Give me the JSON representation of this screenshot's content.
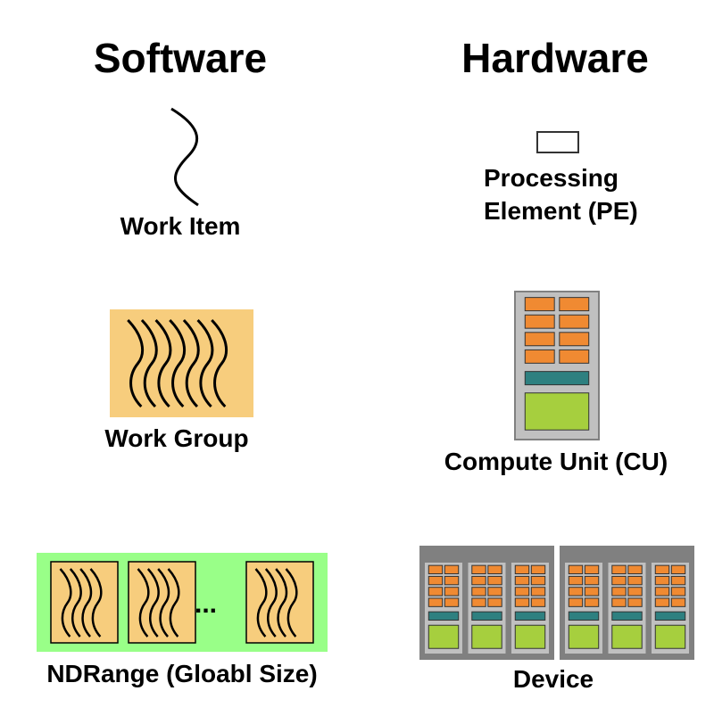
{
  "headings": {
    "software": "Software",
    "hardware": "Hardware"
  },
  "software": {
    "work_item": "Work Item",
    "work_group": "Work Group",
    "ndrange": "NDRange (Gloabl Size)",
    "ellipsis": "..."
  },
  "hardware": {
    "pe_line1": "Processing",
    "pe_line2": "Element (PE)",
    "compute_unit": "Compute Unit (CU)",
    "device": "Device"
  },
  "colors": {
    "pe_orange": "#f08a32",
    "workgroup_fill": "#f7cd7d",
    "ndrange_green": "#99ff88",
    "cu_gray": "#c0c0c0",
    "cu_border": "#808080",
    "device_gray": "#808080",
    "teal": "#2e8080",
    "lime": "#a6cf3e"
  }
}
